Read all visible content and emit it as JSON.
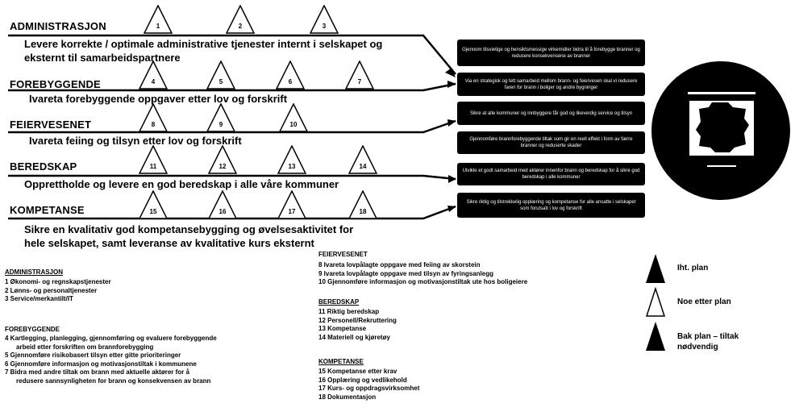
{
  "sections": [
    {
      "title": "ADMINISTRASJON",
      "goal": "Levere korrekte / optimale administrative tjenester internt i selskapet og eksternt til samarbeidspartnere"
    },
    {
      "title": "FOREBYGGENDE",
      "goal": "Ivareta forebyggende oppgaver etter lov og forskrift"
    },
    {
      "title": "FEIERVESENET",
      "goal": "Ivareta feiing og tilsyn etter lov og forskrift"
    },
    {
      "title": "BEREDSKAP",
      "goal": "Opprettholde og levere en god beredskap i alle våre kommuner"
    },
    {
      "title": "KOMPETANSE",
      "goal": "Sikre en kvalitativ god kompetansebygging og øvelsesaktivitet for hele selskapet, samt leveranse av kvalitative kurs eksternt"
    }
  ],
  "triangles": [
    "1",
    "2",
    "3",
    "4",
    "5",
    "6",
    "7",
    "8",
    "9",
    "10",
    "11",
    "12",
    "13",
    "14",
    "15",
    "16",
    "17",
    "18"
  ],
  "bars": [
    "Gjennom tilsvietige og hensiktsmessige virkemidler bidra til å forebygge branner og redusere konsekvensene av branner",
    "Via en strategisk og tett samarbeid mellom brann- og feiervesen skal vi redusere faren for brann i boliger og andre bygninger",
    "Sikre at alle kommuner og innbyggere får god og likeverdig service og tilsyn",
    "Gjennomføre brannforebyggende tiltak som gir en reell effekt i form av færre branner og reduserte skader",
    "Utvikle et godt samarbeid med aktører innenfor brann og beredskap for å sikre god beredskap i alle kommuner",
    "Sikre riktig og tilstrekkelig opplæring og kompetanse for alle ansatte i selskapet som forutsatt i lov og forskrift"
  ],
  "legend": {
    "administrasjon": {
      "heading": "ADMINISTRASJON",
      "items": [
        "1 Økonomi- og regnskapstjenester",
        "2 Lønns- og personaltjenester",
        "3 Service/merkantilt/IT"
      ]
    },
    "forebyggende": {
      "heading": "FOREBYGGENDE",
      "items": [
        "4 Kartlegging, planlegging, gjennomføring og evaluere forebyggende",
        "arbeid etter forskriften om brannforebygging",
        "5 Gjennomføre risikobasert tilsyn etter gitte prioriteringer",
        "6 Gjennomføre informasjon og motivasjonstiltak i kommunene",
        "7 Bidra med andre tiltak om brann med aktuelle aktører for å",
        "redusere sannsynligheten for brann og konsekvensen av brann"
      ]
    },
    "feiervesenet": {
      "heading": "FEIERVESENET",
      "items": [
        "8 Ivareta lovpålagte oppgave med feiing av skorstein",
        "9 Ivareta lovpålagte oppgave med tilsyn av fyringsanlegg",
        "10 Gjennomføre informasjon og motivasjonstiltak ute hos boligeiere"
      ]
    },
    "beredskap": {
      "heading": "BEREDSKAP",
      "items": [
        "11 Riktig beredskap",
        "12 Personell/Rekruttering",
        "13 Kompetanse",
        "14 Materiell og kjøretøy"
      ]
    },
    "kompetanse": {
      "heading": "KOMPETANSE",
      "items": [
        "15 Kompetanse etter krav",
        "16 Opplæring og vedlikehold",
        "17 Kurs- og oppdragsvirksomhet",
        "18 Dokumentasjon"
      ]
    }
  },
  "key": [
    "Iht. plan",
    "Noe etter plan",
    "Bak plan – tiltak nødvendig"
  ],
  "colors": {
    "ink": "#000000",
    "paper": "#ffffff"
  }
}
